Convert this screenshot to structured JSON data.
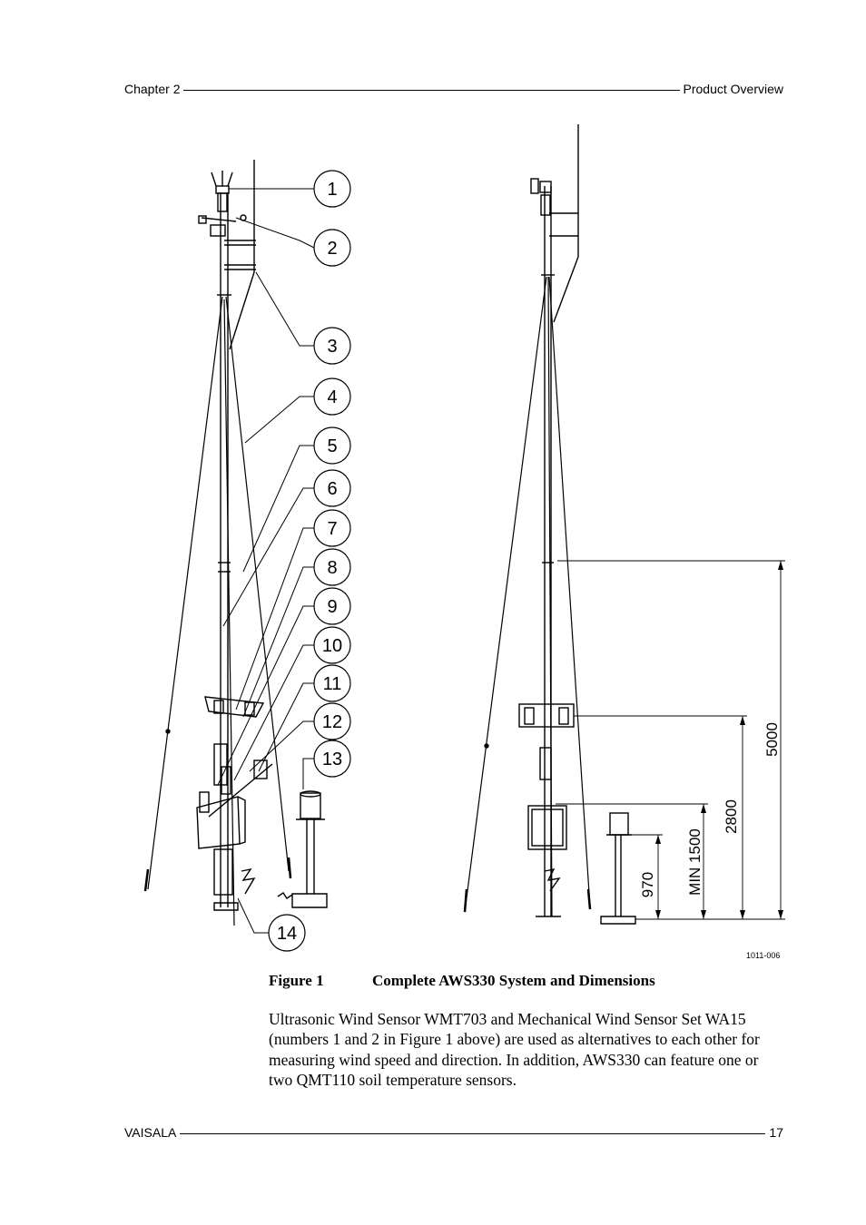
{
  "header": {
    "left": "Chapter 2",
    "right": "Product Overview"
  },
  "footer": {
    "left": "VAISALA",
    "right": "17"
  },
  "figure": {
    "callouts": [
      "1",
      "2",
      "3",
      "4",
      "5",
      "6",
      "7",
      "8",
      "9",
      "10",
      "11",
      "12",
      "13",
      "14"
    ],
    "dimensions": {
      "d5000": "5000",
      "d2800": "2800",
      "dmin1500": "MIN 1500",
      "d970": "970"
    },
    "figure_id": "1011-006",
    "caption_number": "Figure 1",
    "caption_title": "Complete AWS330 System and Dimensions"
  },
  "body": {
    "paragraph": "Ultrasonic Wind Sensor WMT703 and Mechanical Wind Sensor Set WA15 (numbers 1 and 2 in Figure 1 above) are used as alternatives to each other for measuring wind speed and direction. In addition, AWS330 can feature one or two QMT110 soil temperature sensors."
  }
}
